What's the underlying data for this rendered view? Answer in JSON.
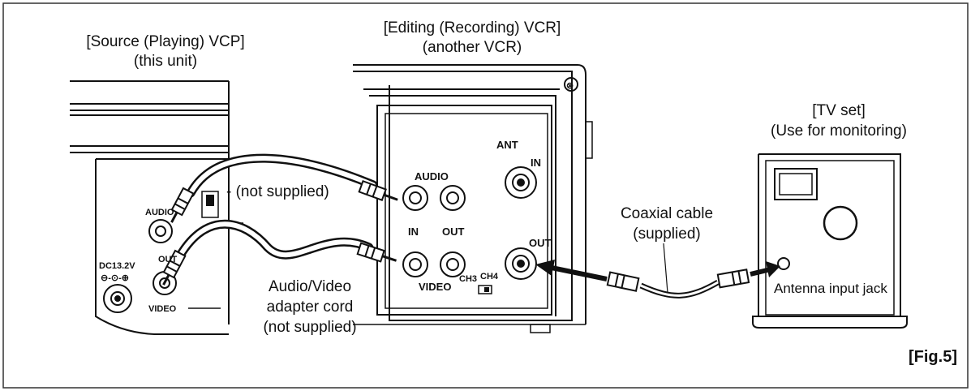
{
  "labels": {
    "source_title": "[Source (Playing) VCP]",
    "source_sub": "(this unit)",
    "editing_title": "[Editing (Recording) VCR]",
    "editing_sub": "(another VCR)",
    "tv_title": "[TV set]",
    "tv_sub": "(Use for monitoring)",
    "not_supplied_top": "- (not supplied)",
    "av_cord_1": "Audio/Video",
    "av_cord_2": "adapter cord",
    "av_cord_3": "(not supplied)",
    "coax_1": "Coaxial cable",
    "coax_2": "(supplied)",
    "antenna_jack": "Antenna input jack",
    "fig": "[Fig.5]"
  },
  "vcp_panel": {
    "audio": "AUDIO",
    "out": "OUT",
    "video": "VIDEO",
    "dc": "DC13.2V",
    "polarity": "⊖-⊙-⊕"
  },
  "vcr_panel": {
    "audio": "AUDIO",
    "in": "IN",
    "out": "OUT",
    "video": "VIDEO",
    "ant": "ANT",
    "ant_in": "IN",
    "ant_out": "OUT",
    "ch3": "CH3",
    "ch4": "CH4",
    "x": "⊗"
  }
}
